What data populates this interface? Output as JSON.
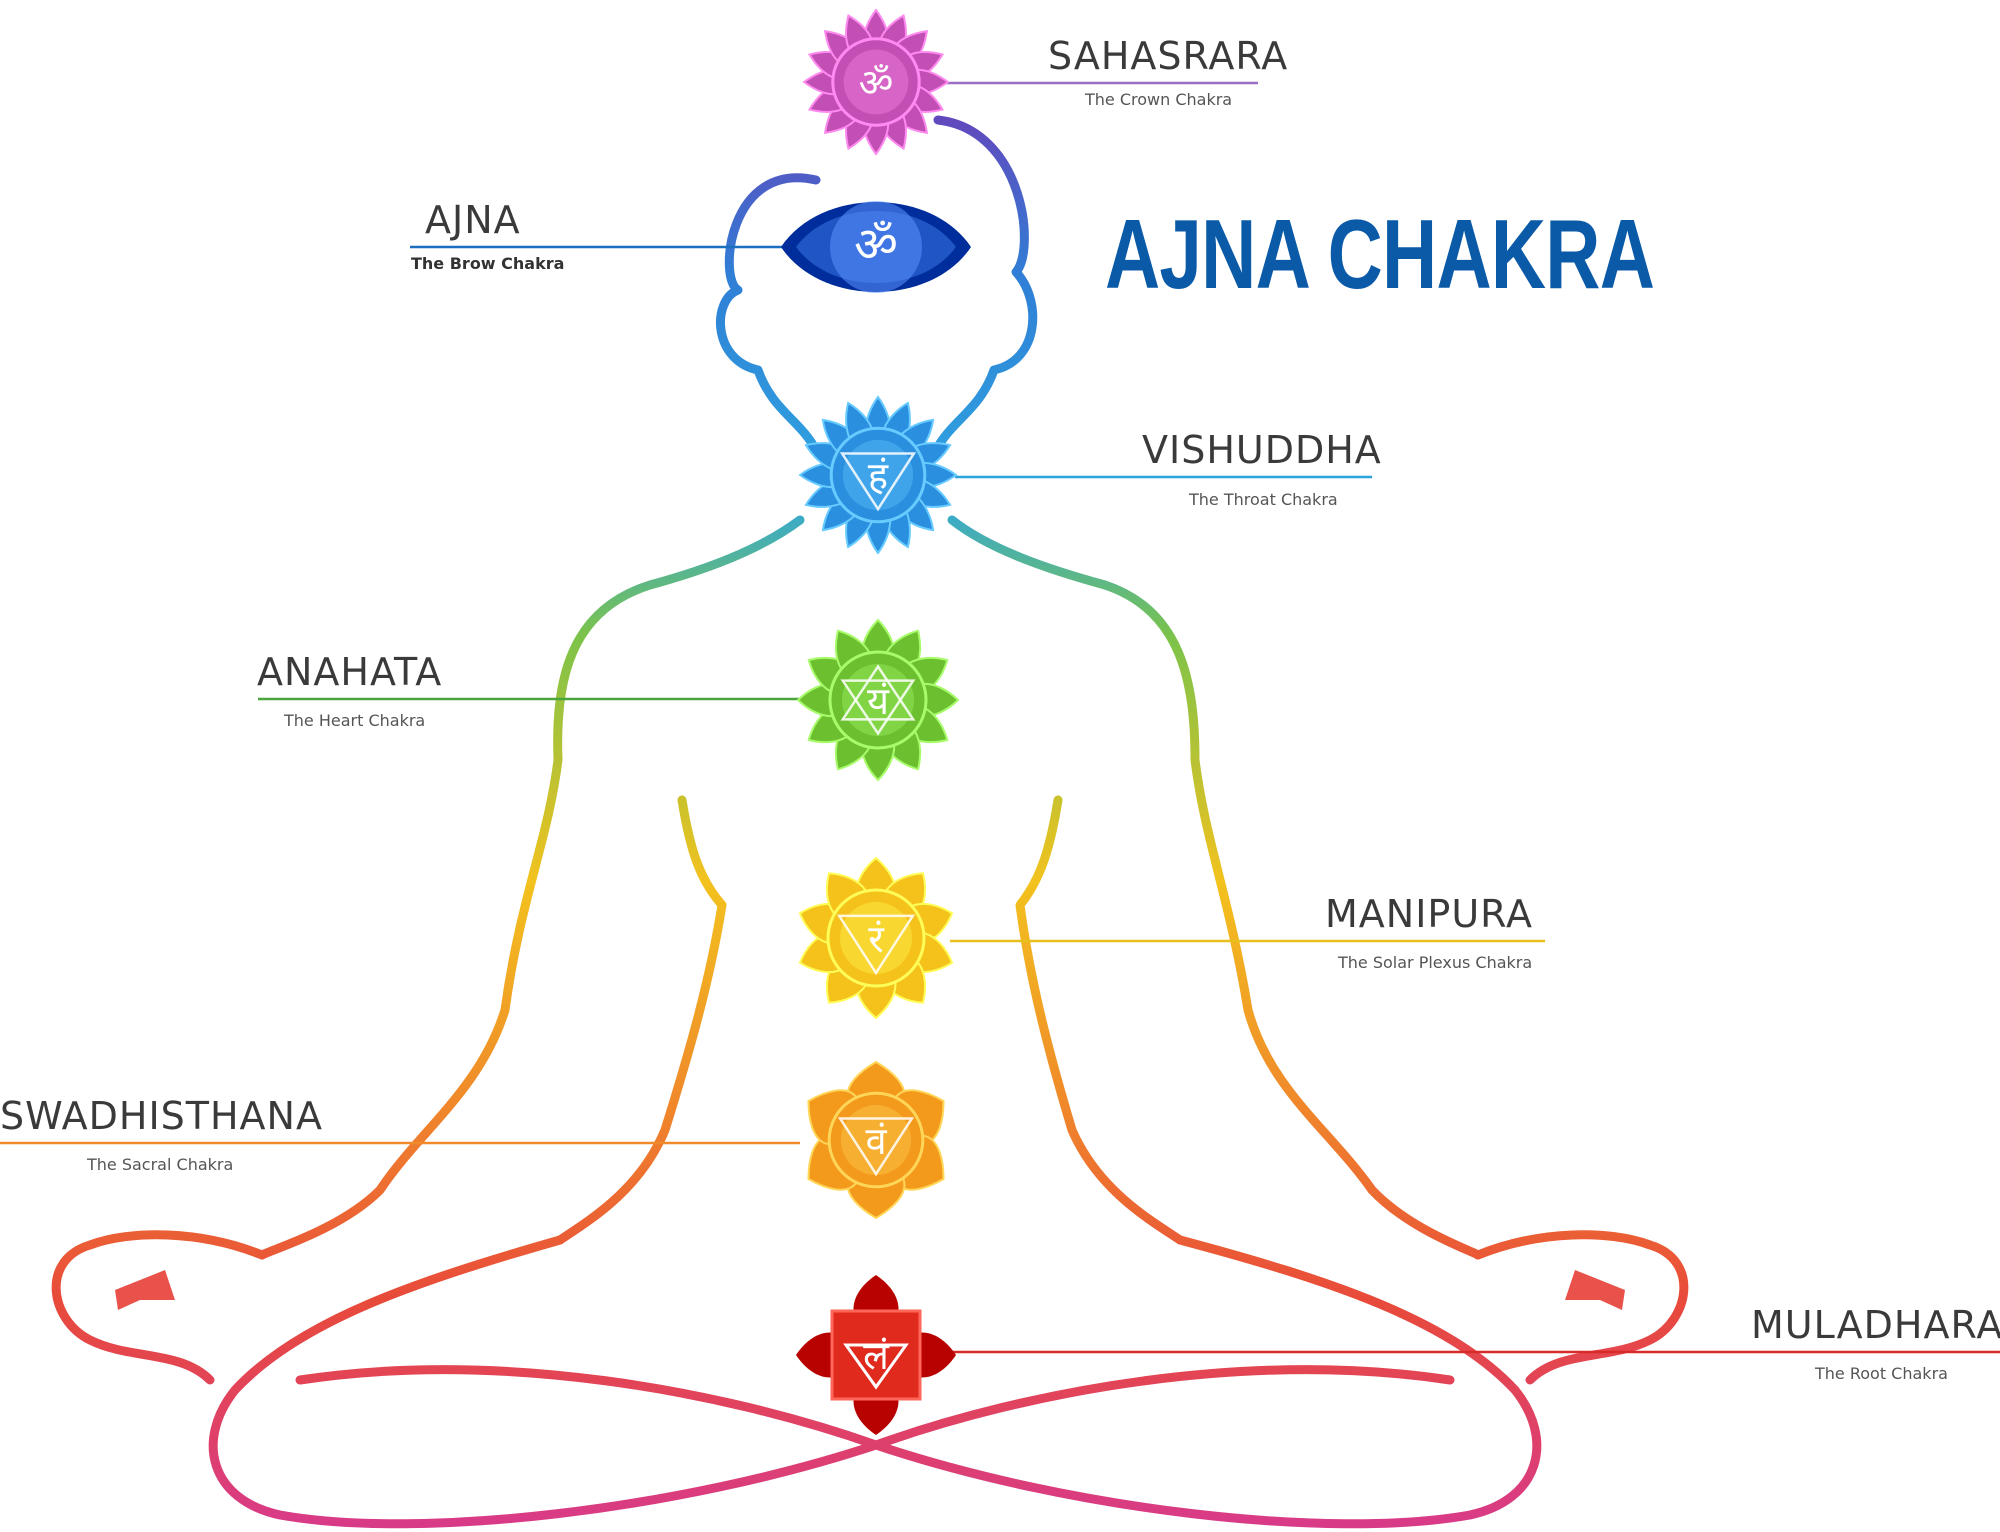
{
  "heading": {
    "text": "AJNA CHAKRA",
    "color": "#0a5aa8"
  },
  "chakras": [
    {
      "name": "SAHASRARA",
      "subtitle": "The Crown Chakra",
      "color": "#c24fb3",
      "line_color": "#9b6cc6",
      "symbol": "ॐ",
      "icon": "lotus-crown-icon"
    },
    {
      "name": "AJNA",
      "subtitle": "The Brow Chakra",
      "color": "#1f55c4",
      "line_color": "#1b6fbf",
      "symbol": "ॐ",
      "icon": "brow-lotus-icon"
    },
    {
      "name": "VISHUDDHA",
      "subtitle": "The Throat Chakra",
      "color": "#2b8fe0",
      "line_color": "#2aa3de",
      "symbol": "हं",
      "icon": "throat-lotus-icon"
    },
    {
      "name": "ANAHATA",
      "subtitle": "The Heart Chakra",
      "color": "#6cc030",
      "line_color": "#4aa63a",
      "symbol": "यं",
      "icon": "heart-lotus-icon"
    },
    {
      "name": "MANIPURA",
      "subtitle": "The Solar Plexus Chakra",
      "color": "#f5c21c",
      "line_color": "#e8c01e",
      "symbol": "रं",
      "icon": "solar-plexus-lotus-icon"
    },
    {
      "name": "SWADHISTHANA",
      "subtitle": "The Sacral Chakra",
      "color": "#f39a1c",
      "line_color": "#f08a2a",
      "symbol": "वं",
      "icon": "sacral-lotus-icon"
    },
    {
      "name": "MULADHARA",
      "subtitle": "The Root Chakra",
      "color": "#e02a1e",
      "line_color": "#d92a2a",
      "symbol": "लं",
      "icon": "root-lotus-icon"
    }
  ],
  "body_gradient": [
    "#6a3fb8",
    "#2f7fd6",
    "#2fa6e0",
    "#7cc34a",
    "#f2c21e",
    "#f08a2a",
    "#e84a3a",
    "#d83a8a"
  ]
}
